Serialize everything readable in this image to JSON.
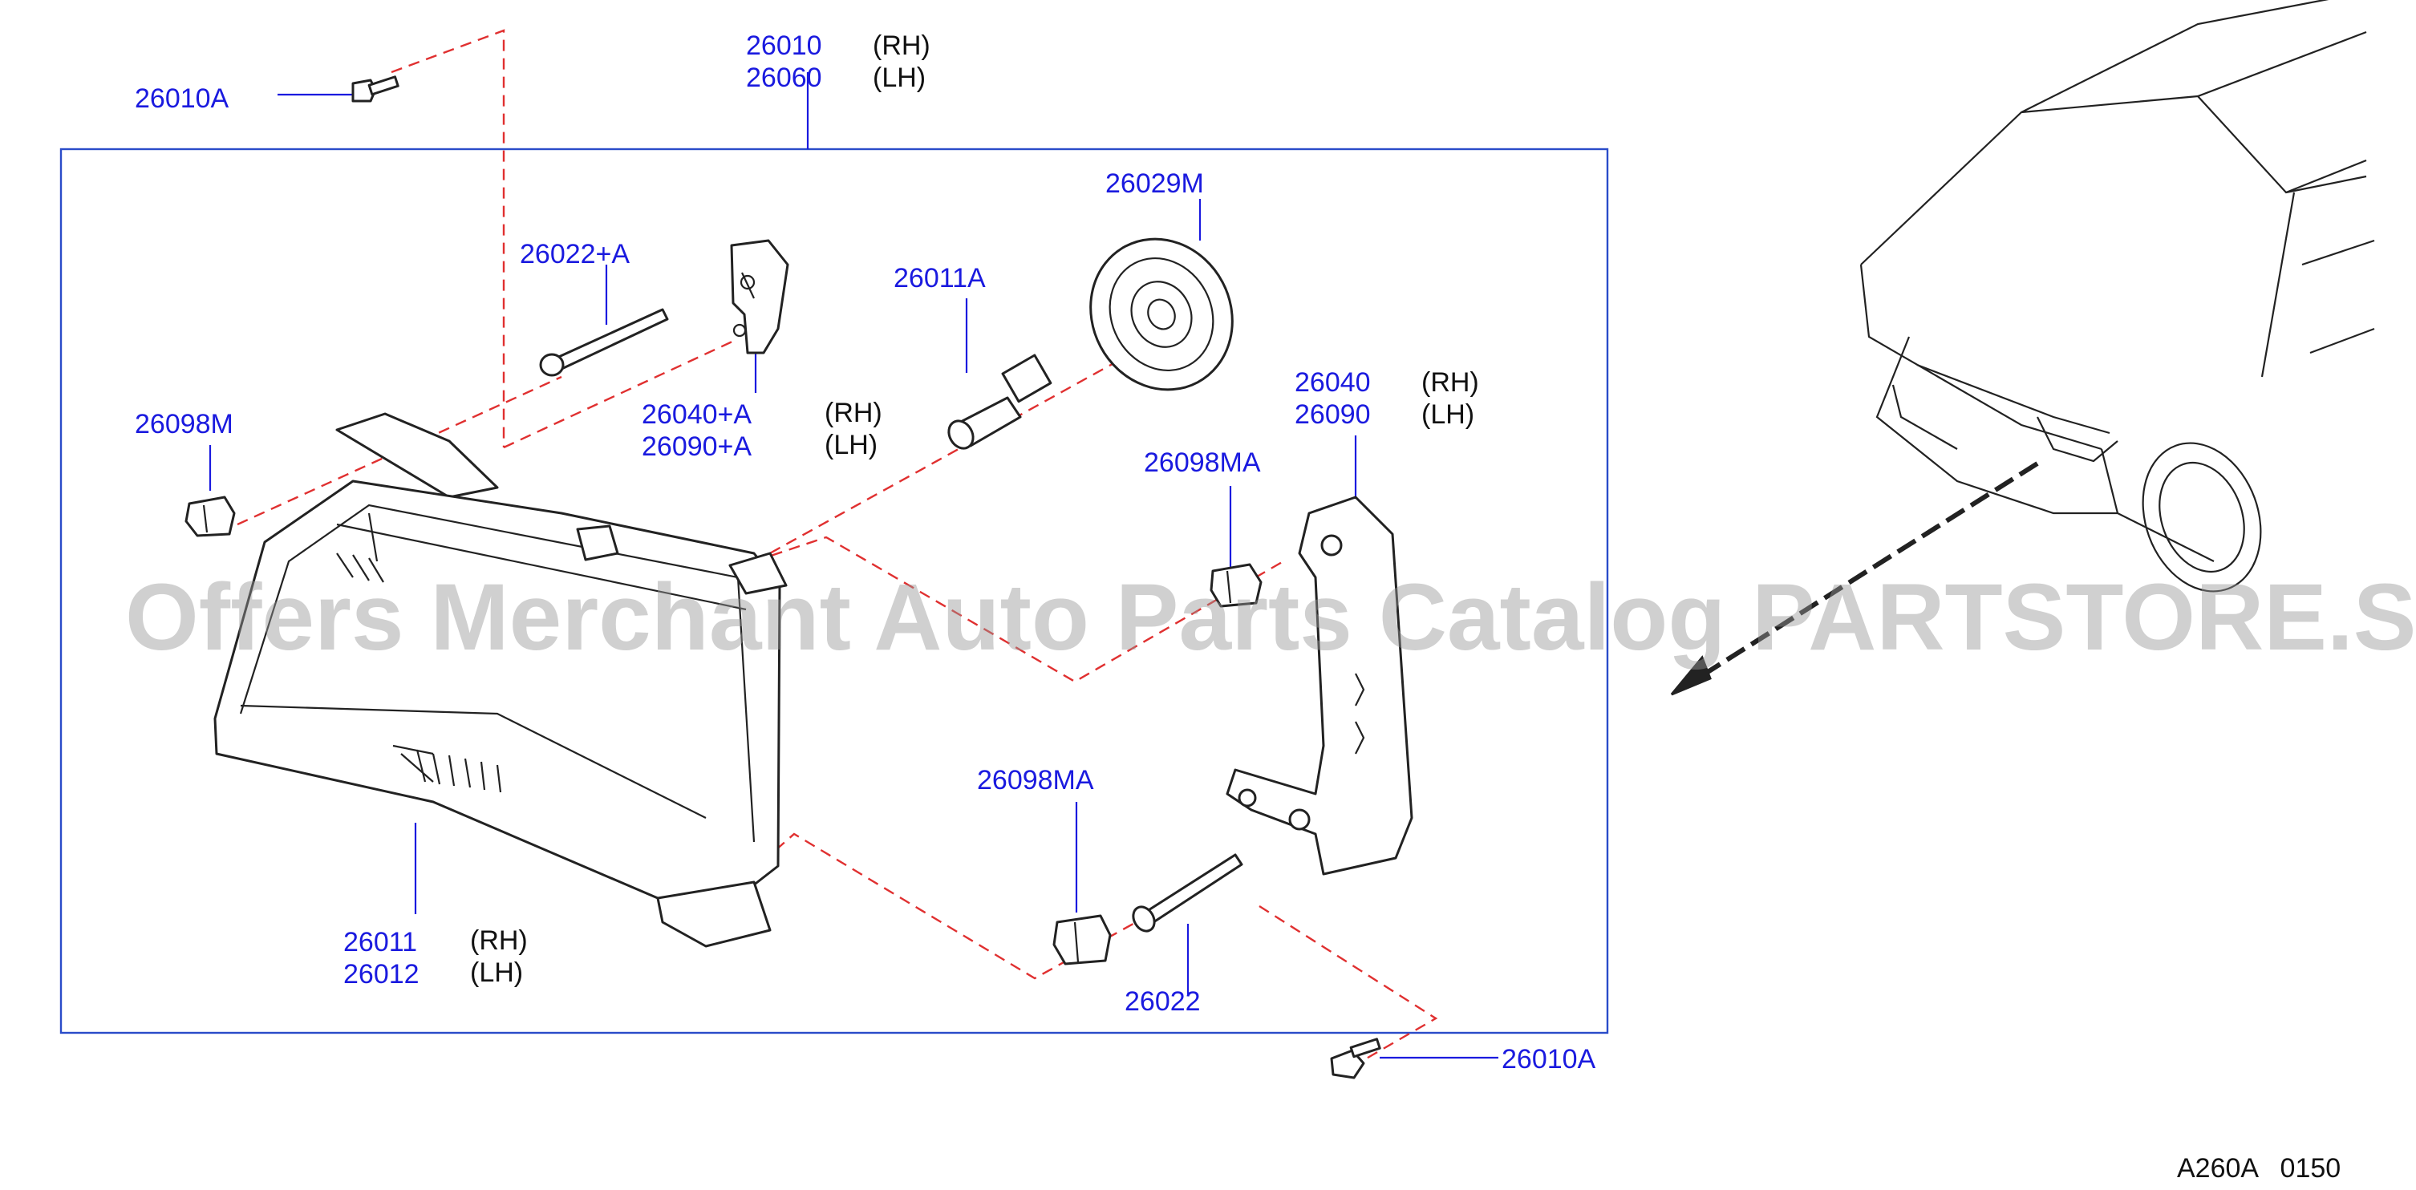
{
  "labels": {
    "housing_rh_pn": "26010",
    "housing_rh_side": "(RH)",
    "housing_lh_pn": "26060",
    "housing_lh_side": "(LH)",
    "bolt_top": "26010A",
    "adjust_screw": "26022+A",
    "bracket_small_rh_pn": "26040+A",
    "bracket_small_rh_side": "(RH)",
    "bracket_small_lh_pn": "26090+A",
    "bracket_small_lh_side": "(LH)",
    "bulb": "26011A",
    "socket_cap": "26029M",
    "clip_left": "26098M",
    "bracket_rh_pn": "26040",
    "bracket_rh_side": "(RH)",
    "bracket_lh_pn": "26090",
    "bracket_lh_side": "(LH)",
    "clip_mid": "26098MA",
    "clip_low": "26098MA",
    "lamp_rh_pn": "26011",
    "lamp_rh_side": "(RH)",
    "lamp_lh_pn": "26012",
    "lamp_lh_side": "(LH)",
    "screw_long": "26022",
    "bolt_bottom": "26010A"
  },
  "watermark": "Offers Merchant Auto Parts Catalog PARTSTORE.SA",
  "diagram_ref": "A260A   0150",
  "colors": {
    "part_number": "#1a1adf",
    "leader": "#1a1adf",
    "dashed_link": "#e03030",
    "frame": "#2a4cc9",
    "drawing": "#222222"
  }
}
